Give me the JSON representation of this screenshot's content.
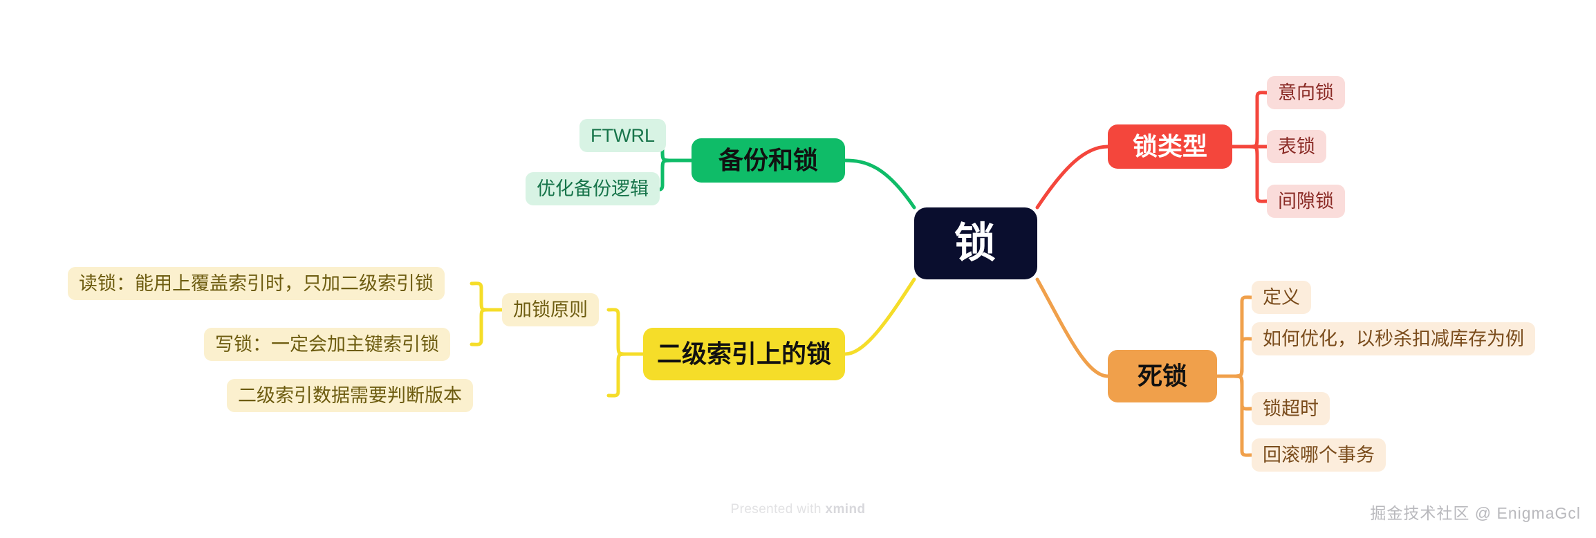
{
  "mindmap": {
    "root": {
      "label": "锁",
      "color": "#0a0e2e"
    },
    "branches": [
      {
        "id": "backup-and-lock",
        "label": "备份和锁",
        "color": "#0fbc68",
        "tint": "#d8f3e4",
        "side": "left",
        "children": [
          {
            "label": "FTWRL"
          },
          {
            "label": "优化备份逻辑"
          }
        ]
      },
      {
        "id": "lock-types",
        "label": "锁类型",
        "color": "#f4463c",
        "tint": "#fadcda",
        "side": "right",
        "children": [
          {
            "label": "意向锁"
          },
          {
            "label": "表锁"
          },
          {
            "label": "间隙锁"
          }
        ]
      },
      {
        "id": "secondary-index-lock",
        "label": "二级索引上的锁",
        "color": "#f5dd29",
        "tint": "#fbf0ce",
        "side": "left",
        "children": [
          {
            "label": "加锁原则",
            "children": [
              {
                "label": "读锁：能用上覆盖索引时，只加二级索引锁"
              },
              {
                "label": "写锁：一定会加主键索引锁"
              }
            ]
          },
          {
            "label": "二级索引数据需要判断版本"
          }
        ]
      },
      {
        "id": "deadlock",
        "label": "死锁",
        "color": "#f0a04b",
        "tint": "#fceddc",
        "side": "right",
        "children": [
          {
            "label": "定义"
          },
          {
            "label": "如何优化，以秒杀扣减库存为例"
          },
          {
            "label": "锁超时"
          },
          {
            "label": "回滚哪个事务"
          }
        ]
      }
    ]
  },
  "footer": {
    "credit_prefix": "Presented with ",
    "credit_brand": "xmind",
    "watermark": "掘金技术社区 @ EnigmaGcl"
  }
}
